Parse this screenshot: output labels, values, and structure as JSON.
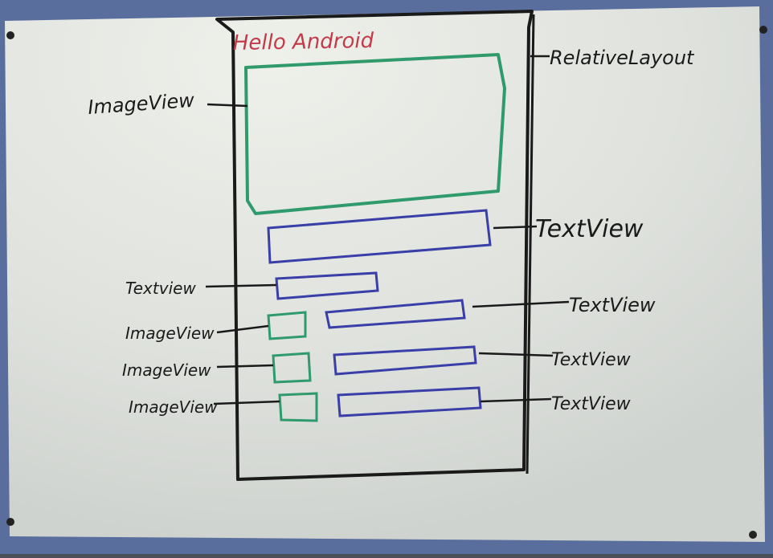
{
  "title": "Hello Android",
  "root_label": "RelativeLayout",
  "components": {
    "header_image": "ImageView",
    "title_text": "TextView",
    "subtitle_text": "Textview",
    "row1_text": "TextView",
    "row1_image": "ImageView",
    "row2_text": "TextView",
    "row2_image": "ImageView",
    "row3_text": "TextView",
    "row3_image": "ImageView"
  },
  "colors": {
    "frame": "#5a6e9e",
    "board": "#dde0dc",
    "ink": "#1a1a1a",
    "image_box": "#2f9a6c",
    "text_box": "#3a3fa8",
    "title": "#c23a4a"
  }
}
